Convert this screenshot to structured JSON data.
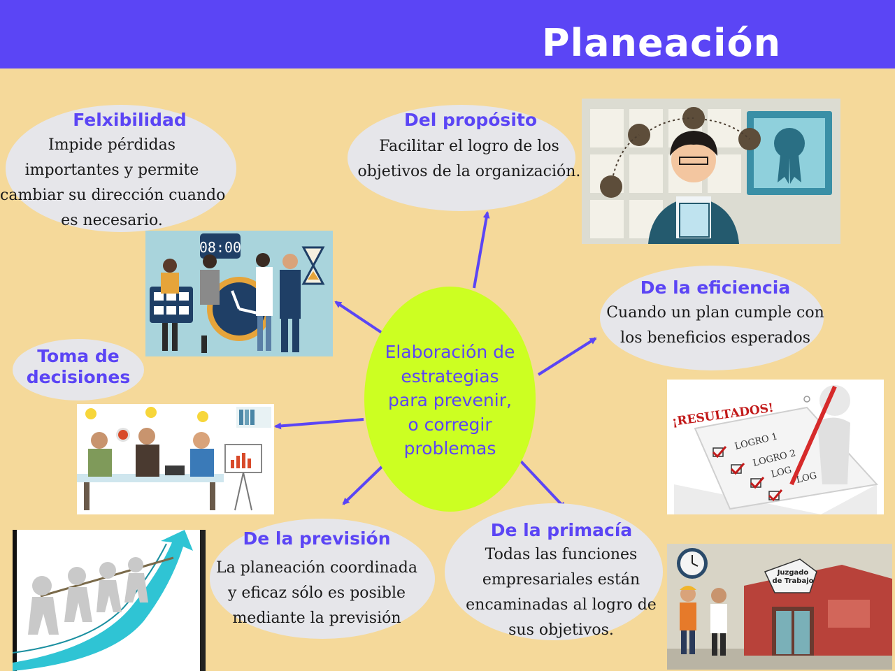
{
  "title": "Planeación",
  "center": {
    "lines": [
      "Elaboración de",
      "estrategias",
      "para prevenir,",
      "o corregir",
      "problemas"
    ]
  },
  "nodes": {
    "flexibilidad": {
      "title": "Felxibilidad",
      "lines": [
        "Impide pérdidas",
        "importantes y permite",
        "cambiar su dirección cuando",
        "es necesario."
      ]
    },
    "proposito": {
      "title": "Del propósito",
      "lines": [
        "Facilitar el logro de los",
        "objetivos de la organización."
      ]
    },
    "eficiencia": {
      "title": "De la eficiencia",
      "lines": [
        "Cuando un plan cumple con",
        "los beneficios esperados"
      ]
    },
    "decisiones": {
      "title_lines": [
        "Toma de",
        "decisiones"
      ]
    },
    "prevision": {
      "title": "De la previsión",
      "lines": [
        "La planeación coordinada",
        "y eficaz sólo es posible",
        "mediante la previsión"
      ]
    },
    "primacia": {
      "title": "De la primacía",
      "lines": [
        "Todas las funciones",
        "empresariales están",
        "encaminadas al logro de",
        "sus objetivos."
      ]
    }
  },
  "illustrations": {
    "time": {
      "clock_text": "08:00"
    },
    "results": {
      "banner": "¡RESULTADOS!",
      "items": [
        "LOGRO 1",
        "LOGRO 2",
        "LOG",
        "LOG"
      ]
    },
    "court": {
      "sign_lines": [
        "Juzgado",
        "de Trabajo"
      ]
    }
  },
  "colors": {
    "header": "#5b45f5",
    "background": "#f5d99a",
    "bubble": "#e6e6ea",
    "center": "#ccff22",
    "arrow": "#5b45f5"
  }
}
